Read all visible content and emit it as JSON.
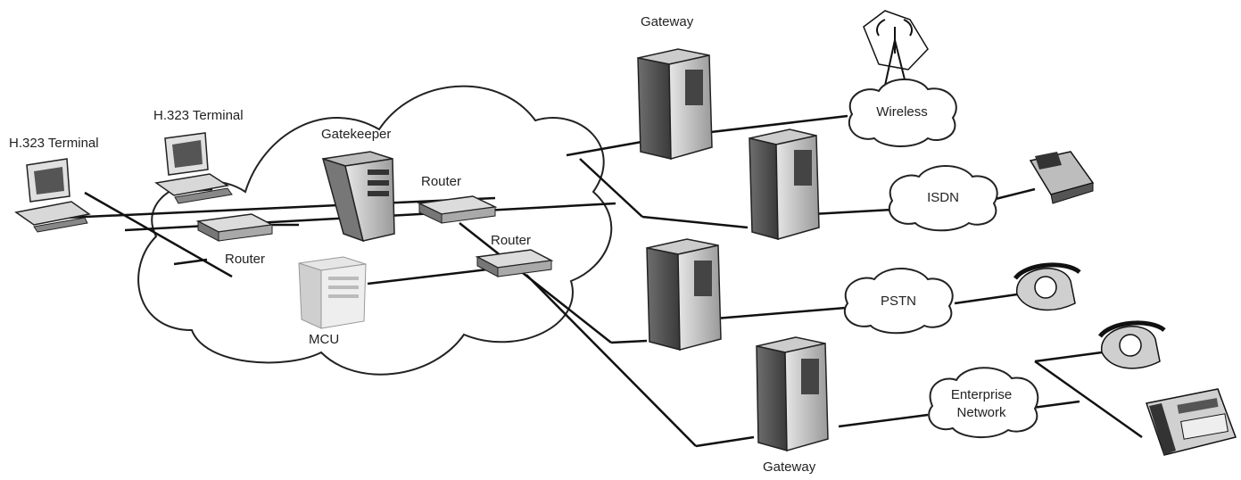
{
  "diagram": {
    "labels": {
      "terminal_left": "H.323 Terminal",
      "terminal_right": "H.323 Terminal",
      "gatekeeper": "Gatekeeper",
      "router_left": "Router",
      "router_center": "Router",
      "router_lower": "Router",
      "mcu": "MCU",
      "gateway_top": "Gateway",
      "gateway_bottom": "Gateway"
    },
    "clouds": {
      "wireless": "Wireless",
      "isdn": "ISDN",
      "pstn": "PSTN",
      "enterprise_line1": "Enterprise",
      "enterprise_line2": "Network"
    }
  }
}
